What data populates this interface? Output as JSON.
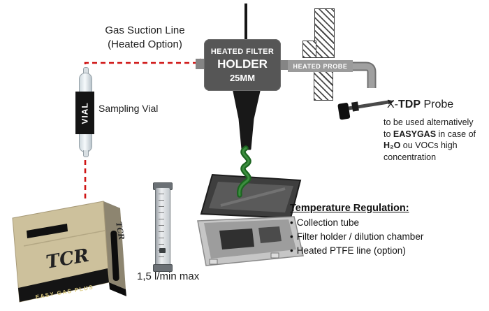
{
  "colors": {
    "suction_line_red": "#cf1414",
    "filter_holder_gray": "#565656",
    "probe_label_gray": "#9b9b9b",
    "ptfe_tube_green": "#1c6420",
    "device_beige": "#cdc19c",
    "case_lid_gray": "#3e3e3e"
  },
  "suction_line": {
    "line1": "Gas Suction Line",
    "line2": "(Heated Option)"
  },
  "vial": {
    "tag": "VIAL",
    "caption": "Sampling Vial"
  },
  "filter_holder": {
    "line1": "HEATED FILTER",
    "line2": "HOLDER",
    "line3": "25MM"
  },
  "heated_probe": {
    "label": "HEATED PROBE"
  },
  "xtdp": {
    "title_prefix": "X-",
    "title_bold": "TDP",
    "title_suffix": " Probe",
    "note_line1": "to be used alternatively",
    "note_line2_pre": "to ",
    "note_line2_bold": "EASYGAS",
    "note_line2_post": " in case of",
    "note_line3_bold": "H₂O",
    "note_line3_post": " ou VOCs high",
    "note_line4": "concentration"
  },
  "flow_meter": {
    "caption": "1,5 l/min max"
  },
  "temp_regulation": {
    "title": "Temperature Regulation:",
    "bullet": "•",
    "items": [
      "Collection tube",
      "Filter holder / dilution chamber",
      "Heated PTFE line (option)"
    ]
  },
  "device": {
    "brand": "TCR",
    "name": "EASY GAS PLUS"
  }
}
